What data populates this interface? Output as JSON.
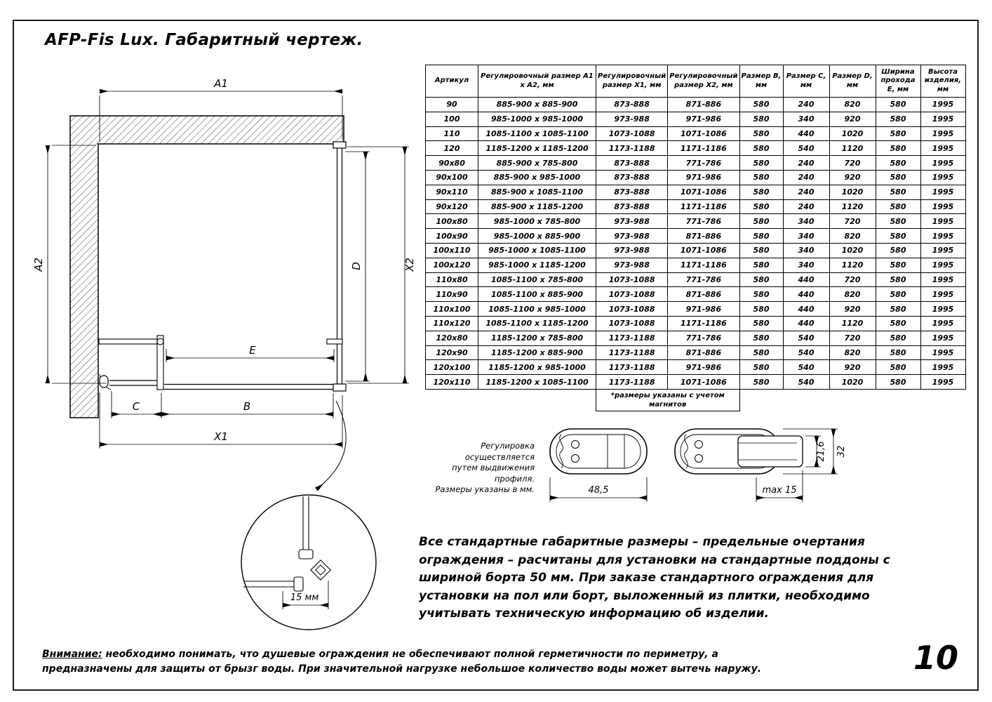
{
  "page": {
    "title": "AFP-Fis Lux. Габаритный чертеж.",
    "number": "10"
  },
  "table": {
    "headers": [
      "Артикул",
      "Регулировочный размер А1 х А2, мм",
      "Регулировочный размер Х1, мм",
      "Регулировочный размер Х2, мм",
      "Размер В, мм",
      "Размер С, мм",
      "Размер D, мм",
      "Ширина прохода Е, мм",
      "Высота изделия, мм"
    ],
    "rows": [
      [
        "90",
        "885-900 x 885-900",
        "873-888",
        "871-886",
        "580",
        "240",
        "820",
        "580",
        "1995"
      ],
      [
        "100",
        "985-1000 x 985-1000",
        "973-988",
        "971-986",
        "580",
        "340",
        "920",
        "580",
        "1995"
      ],
      [
        "110",
        "1085-1100 x 1085-1100",
        "1073-1088",
        "1071-1086",
        "580",
        "440",
        "1020",
        "580",
        "1995"
      ],
      [
        "120",
        "1185-1200 x 1185-1200",
        "1173-1188",
        "1171-1186",
        "580",
        "540",
        "1120",
        "580",
        "1995"
      ],
      [
        "90x80",
        "885-900 x 785-800",
        "873-888",
        "771-786",
        "580",
        "240",
        "720",
        "580",
        "1995"
      ],
      [
        "90x100",
        "885-900 x 985-1000",
        "873-888",
        "971-986",
        "580",
        "240",
        "920",
        "580",
        "1995"
      ],
      [
        "90x110",
        "885-900 x 1085-1100",
        "873-888",
        "1071-1086",
        "580",
        "240",
        "1020",
        "580",
        "1995"
      ],
      [
        "90x120",
        "885-900 x 1185-1200",
        "873-888",
        "1171-1186",
        "580",
        "240",
        "1120",
        "580",
        "1995"
      ],
      [
        "100x80",
        "985-1000 x 785-800",
        "973-988",
        "771-786",
        "580",
        "340",
        "720",
        "580",
        "1995"
      ],
      [
        "100x90",
        "985-1000 x 885-900",
        "973-988",
        "871-886",
        "580",
        "340",
        "820",
        "580",
        "1995"
      ],
      [
        "100x110",
        "985-1000 x 1085-1100",
        "973-988",
        "1071-1086",
        "580",
        "340",
        "1020",
        "580",
        "1995"
      ],
      [
        "100x120",
        "985-1000 x 1185-1200",
        "973-988",
        "1171-1186",
        "580",
        "340",
        "1120",
        "580",
        "1995"
      ],
      [
        "110x80",
        "1085-1100 x 785-800",
        "1073-1088",
        "771-786",
        "580",
        "440",
        "720",
        "580",
        "1995"
      ],
      [
        "110x90",
        "1085-1100 x 885-900",
        "1073-1088",
        "871-886",
        "580",
        "440",
        "820",
        "580",
        "1995"
      ],
      [
        "110x100",
        "1085-1100 x 985-1000",
        "1073-1088",
        "971-986",
        "580",
        "440",
        "920",
        "580",
        "1995"
      ],
      [
        "110x120",
        "1085-1100 x 1185-1200",
        "1073-1088",
        "1171-1186",
        "580",
        "440",
        "1120",
        "580",
        "1995"
      ],
      [
        "120x80",
        "1185-1200 x 785-800",
        "1173-1188",
        "771-786",
        "580",
        "540",
        "720",
        "580",
        "1995"
      ],
      [
        "120x90",
        "1185-1200 x 885-900",
        "1173-1188",
        "871-886",
        "580",
        "540",
        "820",
        "580",
        "1995"
      ],
      [
        "120x100",
        "1185-1200 x 985-1000",
        "1173-1188",
        "971-986",
        "580",
        "540",
        "920",
        "580",
        "1995"
      ],
      [
        "120x110",
        "1185-1200 x 1085-1100",
        "1173-1188",
        "1071-1086",
        "580",
        "540",
        "1020",
        "580",
        "1995"
      ]
    ],
    "footnote": "*размеры указаны с учетом\nмагнитов"
  },
  "plan": {
    "labels": {
      "a1": "A1",
      "a2": "A2",
      "x1": "X1",
      "x2": "X2",
      "b": "B",
      "c": "C",
      "d": "D",
      "e": "E"
    },
    "detail_dim": "15 мм"
  },
  "profiles": {
    "width": "48,5",
    "max": "max 15",
    "inner_height": "21,6",
    "outer_height": "32"
  },
  "notes": {
    "adjustment": "Регулировка осуществляется\nпутем выдвижения профиля.\nРазмеры указаны в мм.",
    "info": "Все стандартные габаритные размеры – предельные очертания ограждения – расчитаны для установки на стандартные поддоны с шириной борта 50 мм. При заказе стандартного ограждения для установки на пол или борт, выложенный из плитки, необходимо учитывать техническую информацию об изделии.",
    "warning_label": "Внимание:",
    "warning_text": " необходимо понимать, что душевые ограждения не обеспечивают полной герметичности по периметру, а предназначены для защиты от брызг воды. При значительной нагрузке небольшое количество воды может вытечь наружу."
  }
}
